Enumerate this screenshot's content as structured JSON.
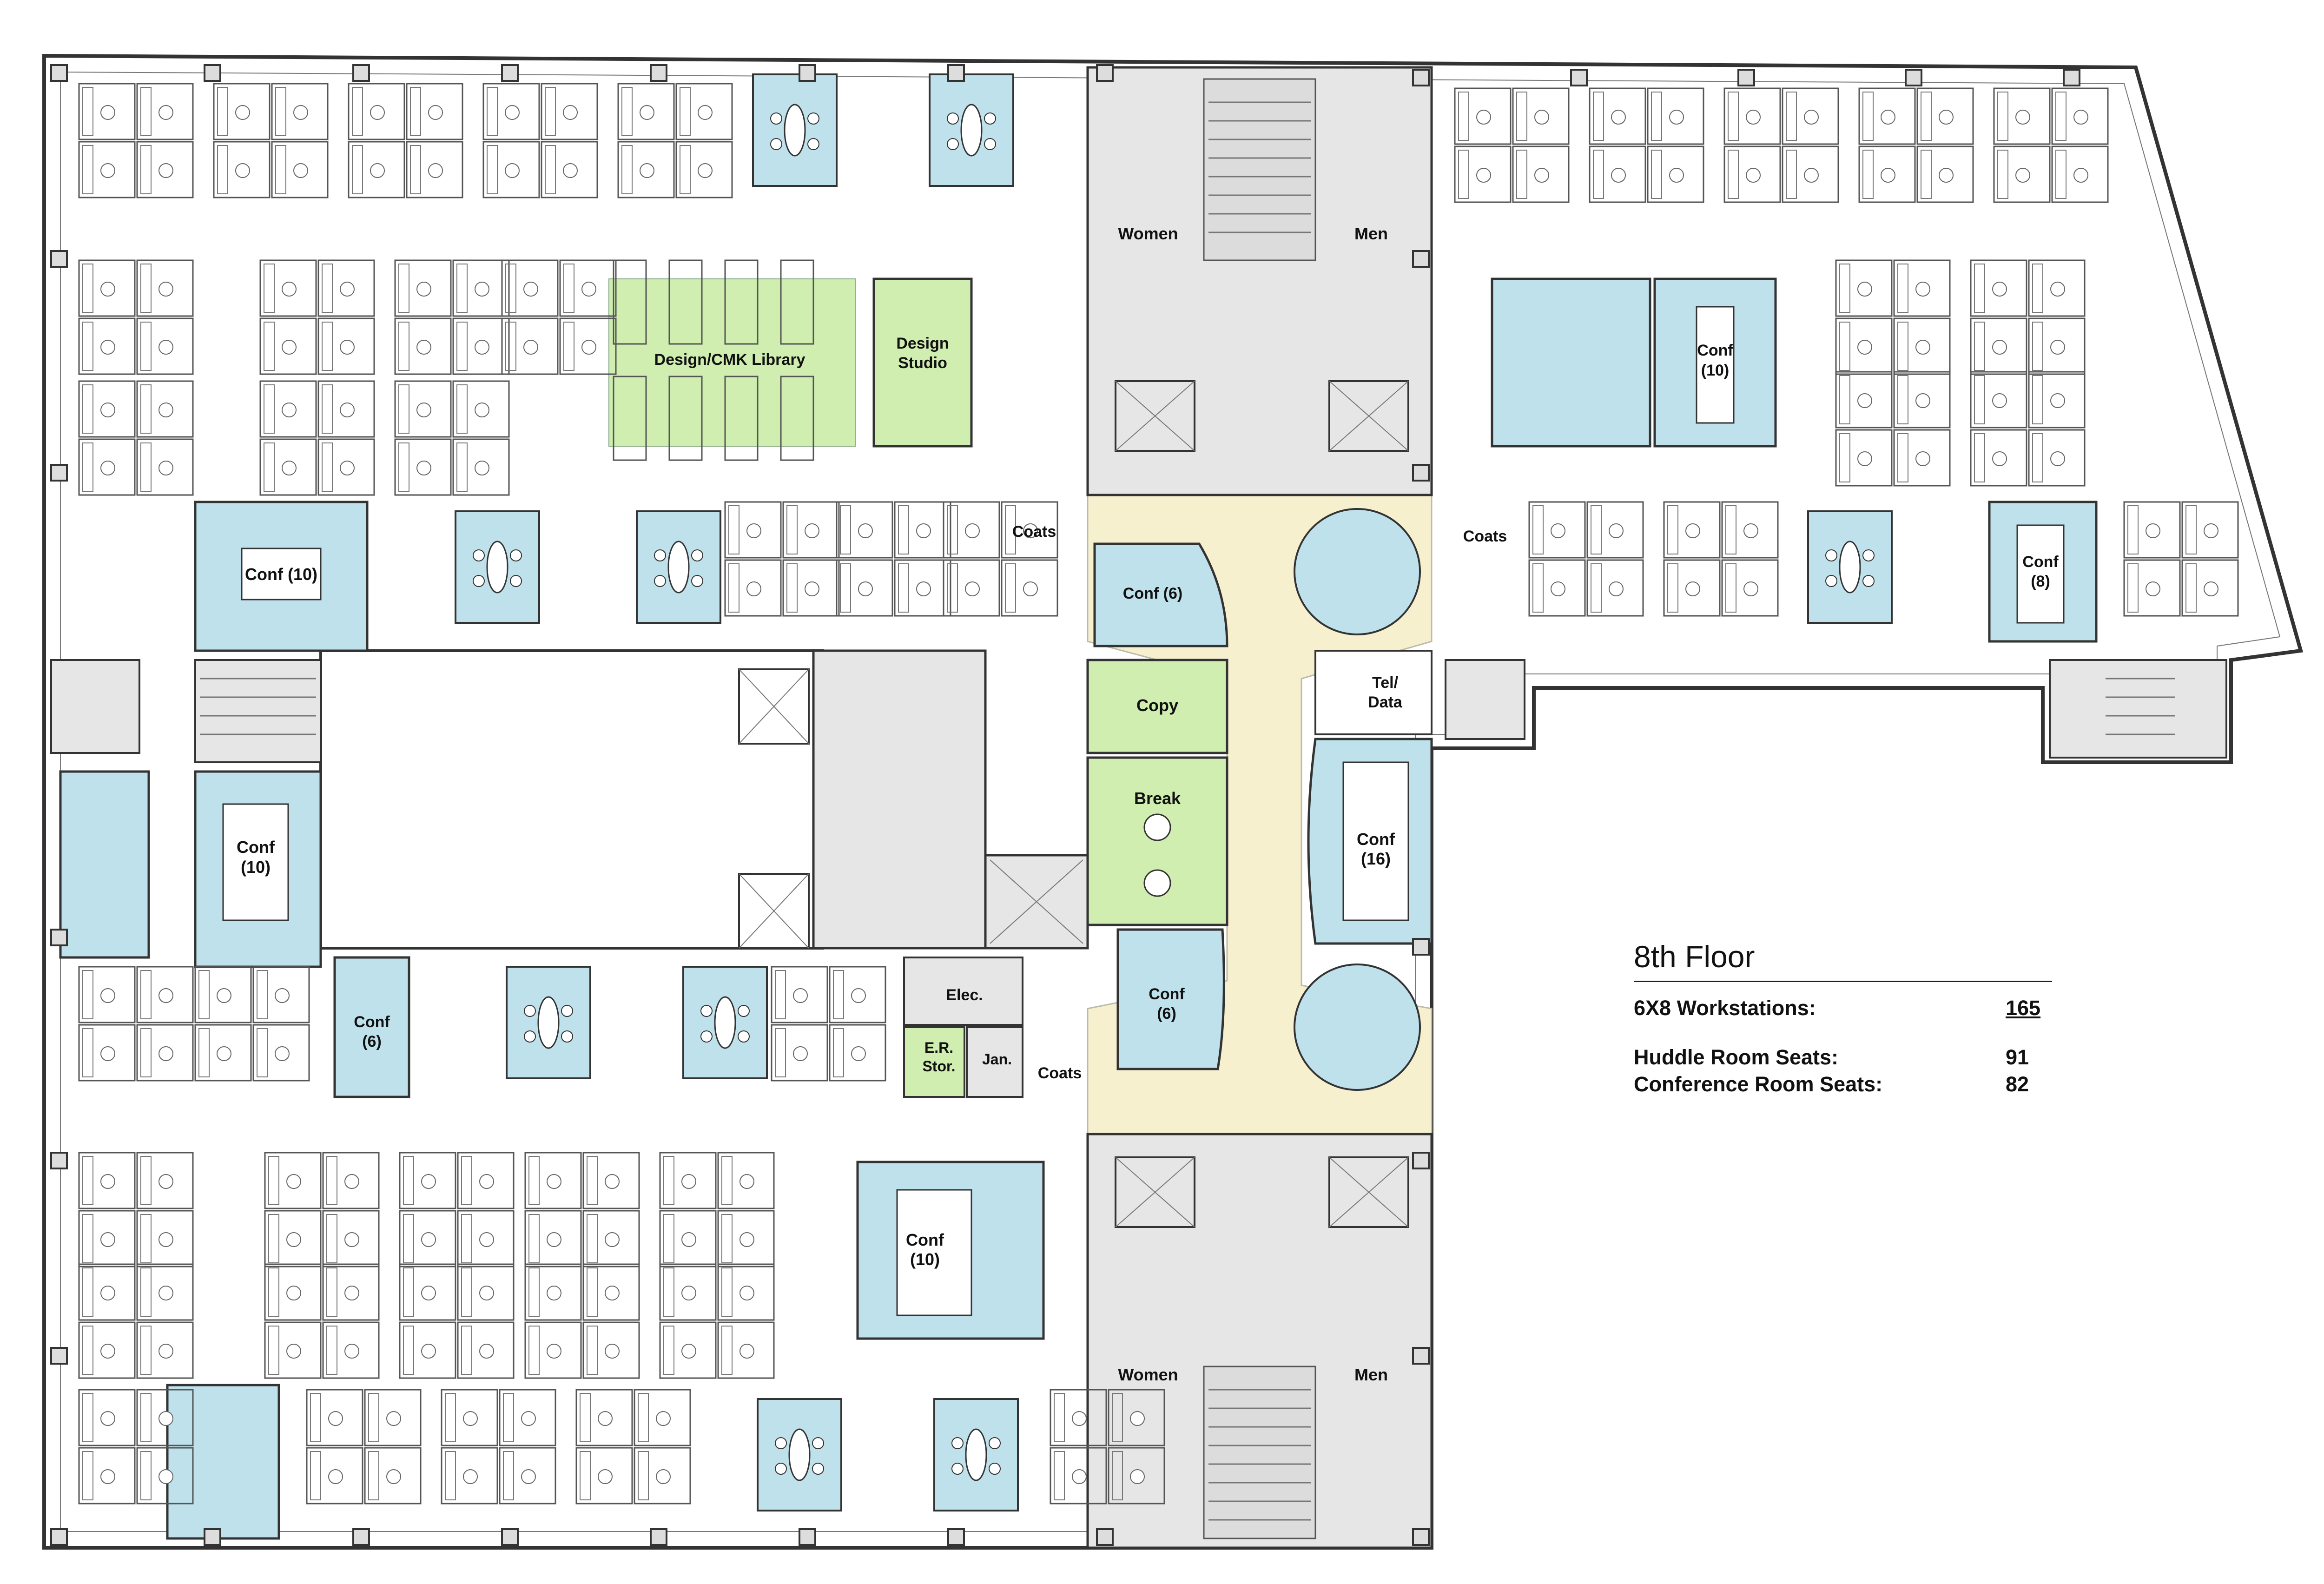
{
  "floor_title": "8th Floor",
  "stats": [
    {
      "label": "6X8 Workstations:",
      "value": "165",
      "underline": true
    },
    {
      "label": "Huddle Room Seats:",
      "value": "91",
      "underline": false
    },
    {
      "label": "Conference Room Seats:",
      "value": "82",
      "underline": false
    }
  ],
  "colors": {
    "conference": "#bfe1ec",
    "support": "#cfeeb0",
    "corridor": "#f7f0cf",
    "core": "#e6e6e6",
    "wall": "#333333"
  },
  "rooms": [
    {
      "id": "women-north",
      "kind": "core",
      "lines": [
        "Women"
      ]
    },
    {
      "id": "men-north",
      "kind": "core",
      "lines": [
        "Men"
      ]
    },
    {
      "id": "women-south",
      "kind": "core",
      "lines": [
        "Women"
      ]
    },
    {
      "id": "men-south",
      "kind": "core",
      "lines": [
        "Men"
      ]
    },
    {
      "id": "design-cmk-library",
      "kind": "support",
      "lines": [
        "Design/CMK Library"
      ]
    },
    {
      "id": "design-studio",
      "kind": "support",
      "lines": [
        "Design",
        "Studio"
      ]
    },
    {
      "id": "conf-10-northwest",
      "kind": "conference",
      "lines": [
        "Conf (10)"
      ]
    },
    {
      "id": "conf-6-core",
      "kind": "conference",
      "lines": [
        "Conf (6)"
      ]
    },
    {
      "id": "conf-10-northeast",
      "kind": "conference",
      "lines": [
        "Conf",
        "(10)"
      ]
    },
    {
      "id": "conf-8-east",
      "kind": "conference",
      "lines": [
        "Conf",
        "(8)"
      ]
    },
    {
      "id": "conf-10-west",
      "kind": "conference",
      "lines": [
        "Conf",
        "(10)"
      ]
    },
    {
      "id": "conf-16",
      "kind": "conference",
      "lines": [
        "Conf",
        "(16)"
      ]
    },
    {
      "id": "conf-6-southwest",
      "kind": "conference",
      "lines": [
        "Conf",
        "(6)"
      ]
    },
    {
      "id": "conf-6-south-core",
      "kind": "conference",
      "lines": [
        "Conf",
        "(6)"
      ]
    },
    {
      "id": "conf-10-south",
      "kind": "conference",
      "lines": [
        "Conf",
        "(10)"
      ]
    },
    {
      "id": "copy",
      "kind": "support",
      "lines": [
        "Copy"
      ]
    },
    {
      "id": "break",
      "kind": "support",
      "lines": [
        "Break"
      ]
    },
    {
      "id": "tel-data",
      "kind": "core",
      "lines": [
        "Tel/",
        "Data"
      ]
    },
    {
      "id": "elec",
      "kind": "core",
      "lines": [
        "Elec."
      ]
    },
    {
      "id": "er-stor",
      "kind": "support",
      "lines": [
        "E.R.",
        "Stor."
      ]
    },
    {
      "id": "jan",
      "kind": "core",
      "lines": [
        "Jan."
      ]
    },
    {
      "id": "coats-1",
      "kind": "plain",
      "lines": [
        "Coats"
      ]
    },
    {
      "id": "coats-2",
      "kind": "plain",
      "lines": [
        "Coats"
      ]
    },
    {
      "id": "coats-3",
      "kind": "plain",
      "lines": [
        "Coats"
      ]
    }
  ]
}
